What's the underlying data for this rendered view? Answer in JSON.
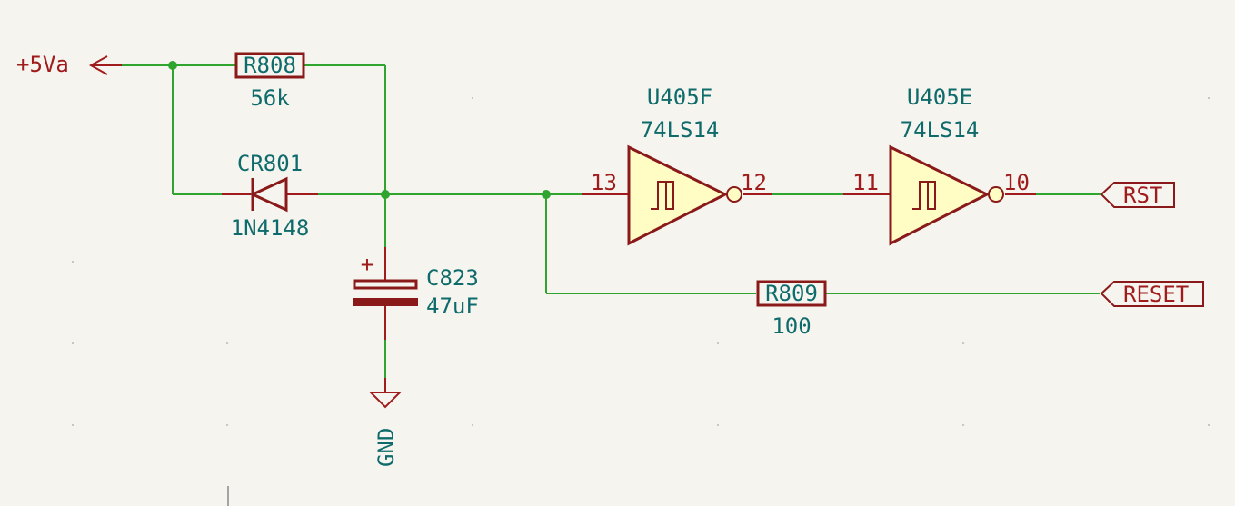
{
  "power": {
    "vcc": "+5Va",
    "gnd": "GND"
  },
  "resistors": [
    {
      "ref": "R808",
      "value": "56k"
    },
    {
      "ref": "R809",
      "value": "100"
    }
  ],
  "diode": {
    "ref": "CR801",
    "value": "1N4148"
  },
  "capacitor": {
    "ref": "C823",
    "value": "47uF",
    "polarity": "+"
  },
  "gates": [
    {
      "ref": "U405F",
      "value": "74LS14",
      "pin_in": "13",
      "pin_out": "12"
    },
    {
      "ref": "U405E",
      "value": "74LS14",
      "pin_in": "11",
      "pin_out": "10"
    }
  ],
  "net_labels": [
    "RST",
    "RESET"
  ],
  "colors": {
    "wire": "#2fa52f",
    "symbol": "#8a1a1a",
    "text": "#0f6b6b",
    "fill": "#fffcc4",
    "background": "#f5f4ef"
  }
}
